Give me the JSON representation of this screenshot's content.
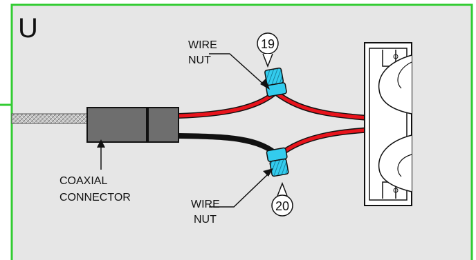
{
  "panel": {
    "letter": "U",
    "background": "#e6e6e6",
    "border_color": "#33cc33"
  },
  "labels": {
    "wire_nut_top_line1": "WIRE",
    "wire_nut_top_line2": "NUT",
    "wire_nut_bottom_line1": "WIRE",
    "wire_nut_bottom_line2": "NUT",
    "coaxial_line1": "COAXIAL",
    "coaxial_line2": "CONNECTOR"
  },
  "callouts": {
    "top": "19",
    "bottom": "20"
  },
  "colors": {
    "red_wire": "#e8141c",
    "black_wire": "#111111",
    "wire_nut": "#33ccee",
    "connector": "#6e6e6e",
    "cable": "#b0b0b0"
  }
}
